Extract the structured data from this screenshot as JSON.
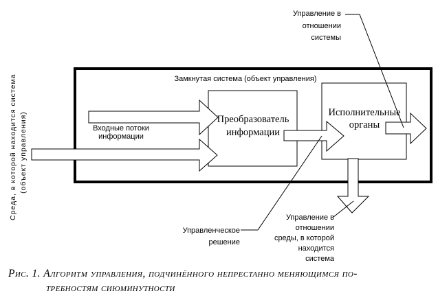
{
  "colors": {
    "ink": "#000000",
    "background": "#ffffff"
  },
  "diagram": {
    "environment_label": {
      "line1": "Среда, в которой находится система",
      "line2": "(объект управления)"
    },
    "closed_system_label": "Замкнутая система (объект управления)",
    "input_flows_label": {
      "line1": "Входные потоки",
      "line2": "информации"
    },
    "transformer_box": {
      "line1": "Преобразователь",
      "line2": "информации"
    },
    "executive_box": {
      "line1": "Исполнительные",
      "line2": "органы"
    },
    "system_control_label": {
      "line1": "Управление в",
      "line2": "отношении",
      "line3": "системы"
    },
    "decision_label": {
      "line1": "Управленческое",
      "line2": "решение"
    },
    "environment_control_label": {
      "line1": "Управление в",
      "line2": "отношении",
      "line3": "среды, в которой",
      "line4": "находится",
      "line5": "система"
    }
  },
  "caption": {
    "line1": "Рис. 1. Алгоритм управления, подчинённого непрестанно меняющимся по-",
    "line2": "требностям сиюминутности"
  }
}
